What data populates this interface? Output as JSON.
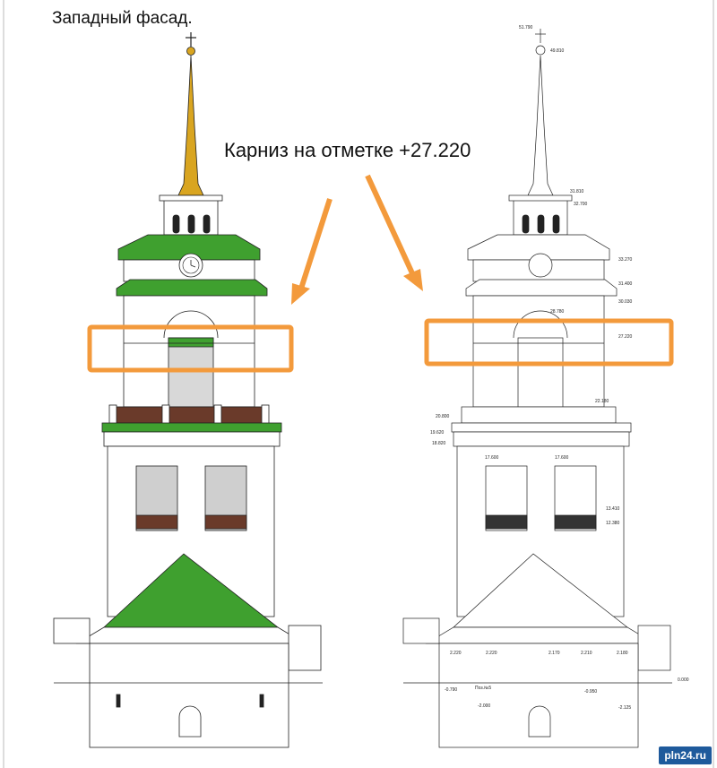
{
  "title": "Западный фасад.",
  "annotation": "Карниз на отметке +27.220",
  "watermark": "pln24.ru",
  "colors": {
    "highlight": "#f39a3c",
    "roof": "#3fa02f",
    "spire": "#d9a520",
    "line": "#222222"
  },
  "drawings": [
    {
      "id": "left-facade",
      "style": "colored"
    },
    {
      "id": "right-facade",
      "style": "line-drawing"
    }
  ],
  "elevations": [
    "51.790",
    "49.810",
    "31.810",
    "32.700",
    "33.270",
    "31.400",
    "30.030",
    "28.780",
    "27.220",
    "22.180",
    "20.800",
    "19.620",
    "18.820",
    "17.600",
    "17.600",
    "13.410",
    "12.380",
    "2.220",
    "2.220",
    "2.170",
    "2.210",
    "2.180",
    "0.000",
    "-0.790",
    "-2.000",
    "-0.950",
    "-2.125"
  ],
  "position_label": "Поз.№5",
  "icons": [
    "cross-icon",
    "clock-icon",
    "arrow-icon"
  ]
}
